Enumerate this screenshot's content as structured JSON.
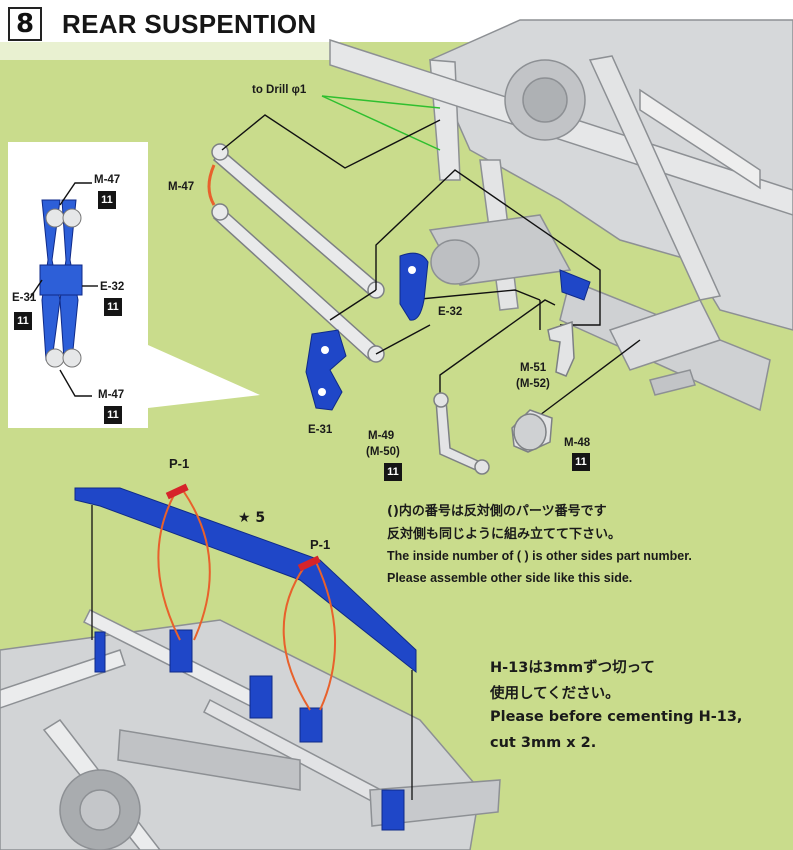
{
  "header": {
    "step_number": "8",
    "title": "REAR SUSPENTION"
  },
  "callouts": {
    "drill": "to Drill φ1",
    "m47_main": "M-47",
    "e32_main": "E-32",
    "e31_main": "E-31",
    "m51": "M-51",
    "m52_alt": "(M-52)",
    "m49": "M-49",
    "m50_alt": "(M-50)",
    "m48": "M-48",
    "p1_left": "P-1",
    "p1_right": "P-1",
    "star": "★ 5"
  },
  "detail_inset": {
    "m47_top": "M-47",
    "e32": "E-32",
    "e31": "E-31",
    "m47_bottom": "M-47"
  },
  "tree_badge": "11",
  "notes": {
    "jp_line1": "()内の番号は反対側のパーツ番号です",
    "jp_line2": "反対側も同じように組み立てて下さい。",
    "en_line1": "The inside number of ( ) is other sides part number.",
    "en_line2": "Please assemble other side like this side."
  },
  "cut_note": {
    "jp_line1": "H-13は3mmずつ切って",
    "jp_line2": "使用してください。",
    "en_line1": "Please before cementing H-13,",
    "en_line2": "cut 3mm x 2."
  },
  "colors": {
    "background": "#c9dc8c",
    "part_blue": "#1f47c8",
    "leader_green": "#2fbf2f",
    "wire_orange": "#e8612c",
    "frame_grey": "#d4d6d8"
  }
}
